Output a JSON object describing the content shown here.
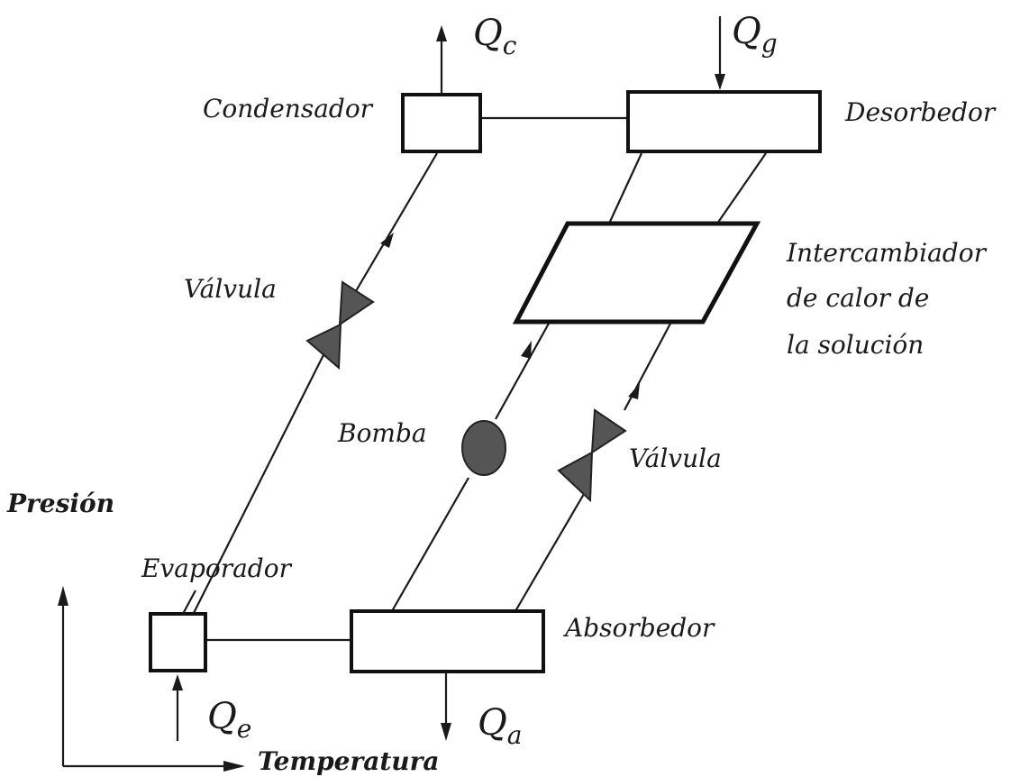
{
  "labels": {
    "condensador": "Condensador",
    "desorbedor": "Desorbedor",
    "valvula_left": "Válvula",
    "intercambiador_line1": "Intercambiador",
    "intercambiador_line2": "de calor de",
    "intercambiador_line3": "la solución",
    "bomba": "Bomba",
    "valvula_right": "Válvula",
    "evaporador": "Evaporador",
    "absorbedor": "Absorbedor"
  },
  "heat_flows": {
    "qc": {
      "symbol": "Q",
      "subscript": "c"
    },
    "qg": {
      "symbol": "Q",
      "subscript": "g"
    },
    "qe": {
      "symbol": "Q",
      "subscript": "e"
    },
    "qa": {
      "symbol": "Q",
      "subscript": "a"
    }
  },
  "axes": {
    "y_label": "Presión",
    "x_label": "Temperatura"
  }
}
